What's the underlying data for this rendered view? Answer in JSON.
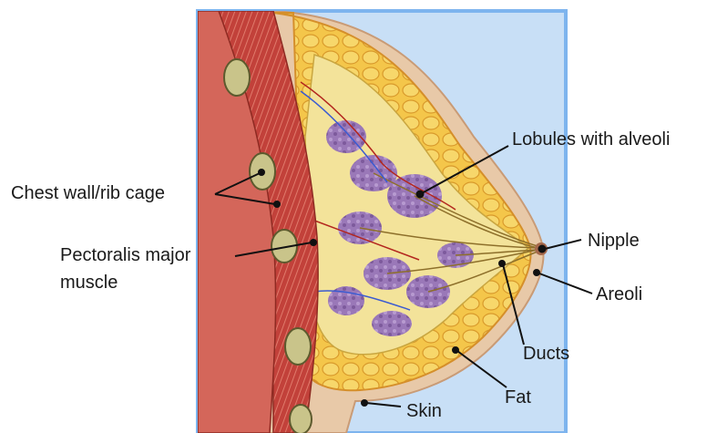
{
  "diagram": {
    "labels": {
      "chest_wall": "Chest wall/rib cage",
      "pectoralis_line1": "Pectoralis major",
      "pectoralis_line2": "muscle",
      "lobules": "Lobules with alveoli",
      "nipple": "Nipple",
      "areoli": "Areoli",
      "ducts": "Ducts",
      "fat": "Fat",
      "skin": "Skin"
    },
    "colors": {
      "panel_background": "#c8dff6",
      "panel_border": "#7db4ee",
      "muscle": "#c0392b",
      "fat": "#f2c94c",
      "lobule": "#8e6bb0",
      "skin": "#d8b89a"
    }
  }
}
